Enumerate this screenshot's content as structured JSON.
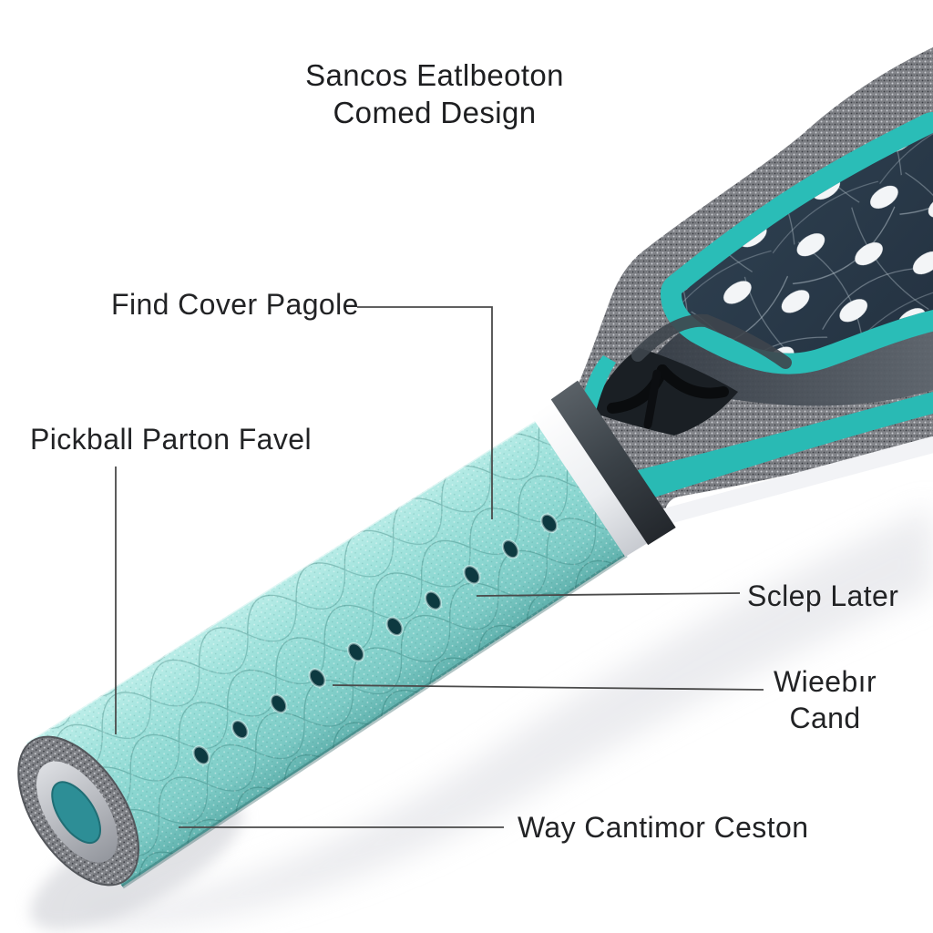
{
  "title": {
    "line1": "Sancos Eatlbeoton",
    "line2": "Comed Design"
  },
  "annotations": {
    "find_cover": {
      "label": "Find Cover Pagole"
    },
    "pickball": {
      "label": "Pickball Parton Favel"
    },
    "sclep": {
      "label": "Sclep Later"
    },
    "wieebir": {
      "line1": "Wieebır",
      "line2": "Cand"
    },
    "way": {
      "label": "Way Cantimor Ceston"
    }
  },
  "colors": {
    "accent_teal": "#29bab4",
    "grip_mint": "#8fd9d3",
    "face_navy": "#2b3a48",
    "frame_gray": "#7e8085",
    "cap_core_teal": "#2d8e96",
    "label_text": "#222325",
    "leader_line": "#4a4a4a",
    "shadow": "#dcdde2",
    "background": "#ffffff"
  }
}
